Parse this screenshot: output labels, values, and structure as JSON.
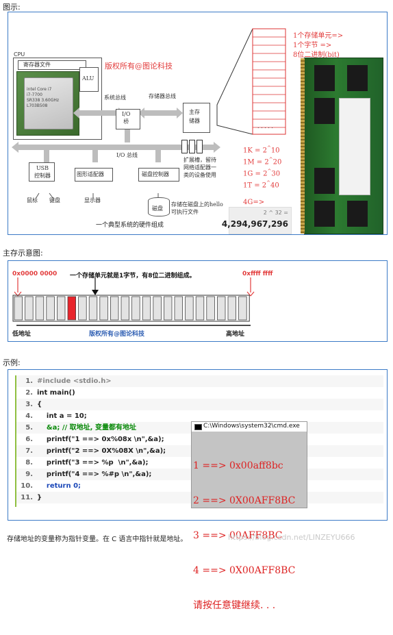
{
  "sections": {
    "figure_label": "图示:",
    "memory_label": "主存示意图:",
    "example_label": "示例:"
  },
  "hardware_diagram": {
    "cpu": "CPU",
    "register_file": "寄存器文件",
    "alu": "ALU",
    "watermark": "版权所有@图论科技",
    "system_bus": "系统总线",
    "memory_bus": "存储器总线",
    "io_bridge": "I/O\n桥",
    "main_memory": "主存\n储器",
    "io_bus": "I/O 总线",
    "expansion": "扩展槽，留待\n网络适配器一\n类的设备使用",
    "usb": "USB\n控制器",
    "graphics": "图形适配器",
    "disk_ctrl": "磁盘控制器",
    "mouse": "鼠标",
    "keyboard": "键盘",
    "display": "显示器",
    "disk": "磁盘",
    "disk_note": "存储在磁盘上的hello\n可执行文件",
    "caption": "一个典型系统的硬件组成",
    "chip_text": "intel Core i7\ni7-7700\nSR338 3.60GHz\nL703B508",
    "cells_dots": ". . . . ."
  },
  "annotations": {
    "storage_unit": "1个存储单元=>",
    "one_byte": "1个字节  =>",
    "eight_bits": "8位二进制(bit)",
    "units": [
      "1K = 2^10",
      "1M = 2^20",
      "1G = 2^30",
      "1T = 2^40"
    ],
    "four_g": "4G=>",
    "calc_expr": "2  ^  32 =",
    "calc_result": "4,294,967,296"
  },
  "memory_diagram": {
    "start_addr": "0x0000 0000",
    "end_addr": "0xffff ffff",
    "callout": "一个存储单元就是1字节，有8位二进制组成。",
    "low_addr": "低地址",
    "high_addr": "高地址",
    "watermark": "版权所有@图论科技",
    "cell_count": 22,
    "highlight_index": 5,
    "highlight_color": "#e8242b"
  },
  "code": {
    "lines": [
      {
        "num": "1.",
        "text": "#include <stdio.h>"
      },
      {
        "num": "2.",
        "text": "int main()"
      },
      {
        "num": "3.",
        "text": "{"
      },
      {
        "num": "4.",
        "text": "    int a = 10;"
      },
      {
        "num": "5.",
        "text": "    &a; // 取地址, 变量都有地址"
      },
      {
        "num": "6.",
        "text": "    printf(\"1 ==> 0x%08x \\n\",&a);"
      },
      {
        "num": "7.",
        "text": "    printf(\"2 ==> 0X%08X \\n\",&a);"
      },
      {
        "num": "8.",
        "text": "    printf(\"3 ==> %p  \\n\",&a);"
      },
      {
        "num": "9.",
        "text": "    printf(\"4 ==> %#p \\n\",&a);"
      },
      {
        "num": "10.",
        "text": "    return 0;"
      },
      {
        "num": "11.",
        "text": "}"
      }
    ]
  },
  "cmd_window": {
    "title": "C:\\Windows\\system32\\cmd.exe",
    "output": [
      "1 ==> 0x00aff8bc",
      "2 ==> 0X00AFF8BC",
      "3 ==> 00AFF8BC",
      "4 ==> 0X00AFF8BC",
      "请按任意键继续. . ."
    ]
  },
  "footer": {
    "text": "存储地址的变量称为指针变量。在 C 语言中指针就是地址。",
    "watermark": "https://blog.csdn.net/LINZEYU666"
  },
  "colors": {
    "panel_border": "#3a79c6",
    "accent_red": "#e23b3b",
    "bus_gray": "#bdbdbd",
    "ram_green": "#2c6e2e"
  }
}
